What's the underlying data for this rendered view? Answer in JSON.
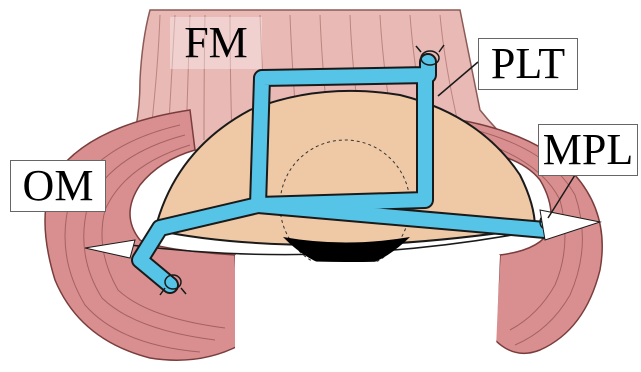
{
  "labels": {
    "fm": "FM",
    "plt": "PLT",
    "mpl": "MPL",
    "om": "OM"
  },
  "colors": {
    "muscle": "#d98f8f",
    "muscle_dark": "#b35d5d",
    "frontalis": "#e8b9b5",
    "tarsus": "#efc9a6",
    "sling": "#55c4e6",
    "pupil": "#000000",
    "outline": "#1a1a1a"
  }
}
